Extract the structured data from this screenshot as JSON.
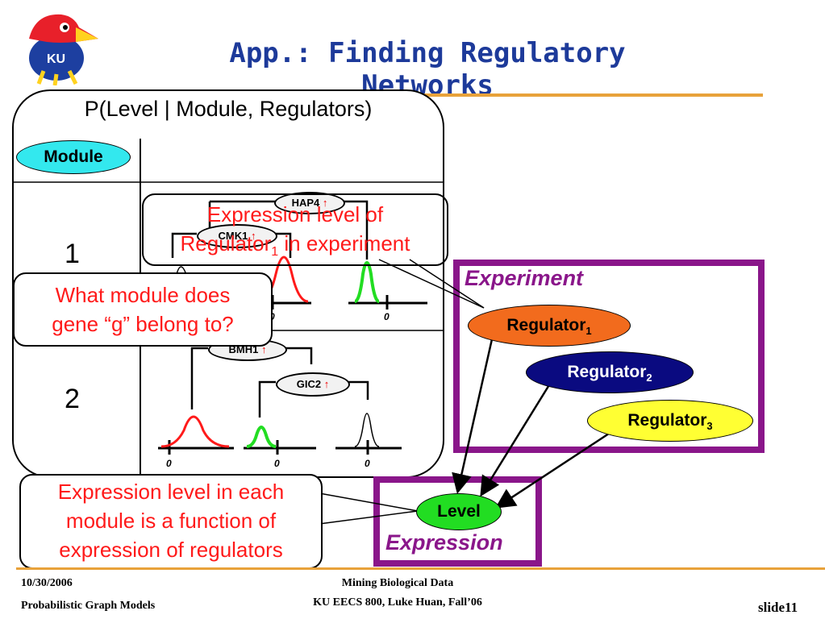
{
  "slide": {
    "title": "App.: Finding Regulatory Networks",
    "footer_date": "10/30/2006",
    "footer_course": "Probabilistic Graph Models",
    "footer_center_1": "Mining Biological Data",
    "footer_center_2": "KU EECS 800, Luke Huan, Fall’06",
    "footer_slide": "slide11"
  },
  "logo": {
    "text": "KU"
  },
  "model": {
    "header": "P(Level | Module, Regulators)",
    "module_label": "Module",
    "row1": "1",
    "row2": "2",
    "tree1": {
      "root": "HAP4",
      "child": "CMK1"
    },
    "tree2": {
      "root": "BMH1",
      "child": "GIC2"
    },
    "zero": "0",
    "up_arrow": "↑"
  },
  "callouts": {
    "regulator_expr_1": "Expression level of",
    "regulator_expr_2a": "Regulator",
    "regulator_expr_2sub": "1",
    "regulator_expr_2b": " in experiment",
    "module_q_1": "What module does",
    "module_q_2": "gene “g” belong to?",
    "expr_fn_1": "Expression level in each",
    "expr_fn_2": "module is a function of",
    "expr_fn_3": "expression of regulators"
  },
  "experiment": {
    "label": "Experiment",
    "reg_base": "Regulator",
    "reg1_sub": "1",
    "reg2_sub": "2",
    "reg3_sub": "3",
    "colors": {
      "reg1": "#f26b1d",
      "reg2": "#0a0a80",
      "reg3": "#ffff33",
      "frame": "#8a168a"
    }
  },
  "expression": {
    "label": "Expression",
    "level": "Level",
    "level_color": "#22dd22"
  }
}
